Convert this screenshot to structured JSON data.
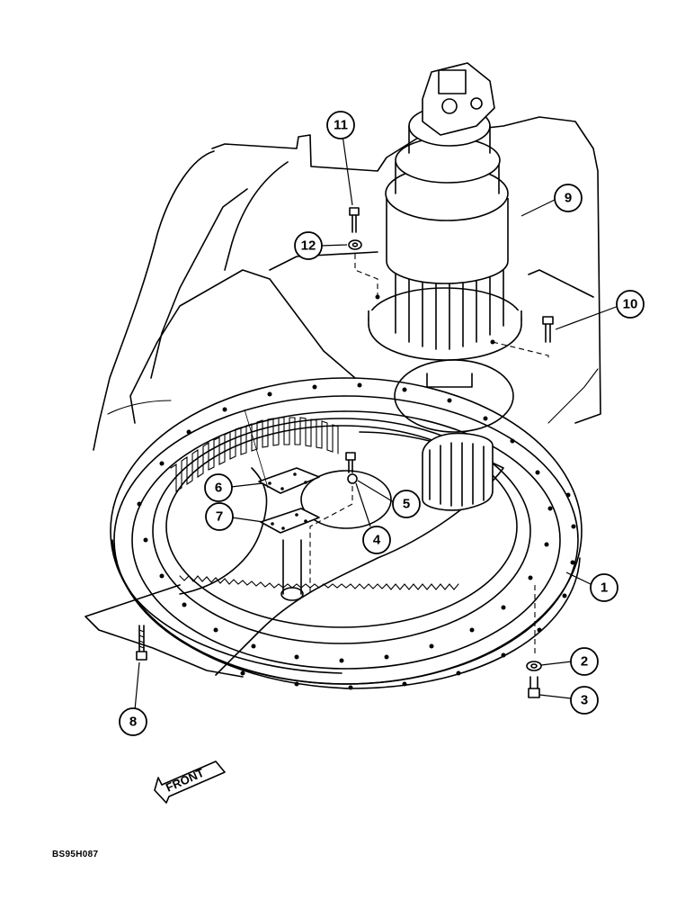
{
  "callouts": [
    {
      "id": "1",
      "text": "1"
    },
    {
      "id": "2",
      "text": "2"
    },
    {
      "id": "3",
      "text": "3"
    },
    {
      "id": "4",
      "text": "4"
    },
    {
      "id": "5",
      "text": "5"
    },
    {
      "id": "6",
      "text": "6"
    },
    {
      "id": "7",
      "text": "7"
    },
    {
      "id": "8",
      "text": "8"
    },
    {
      "id": "9",
      "text": "9"
    },
    {
      "id": "10",
      "text": "10"
    },
    {
      "id": "11",
      "text": "11"
    },
    {
      "id": "12",
      "text": "12"
    }
  ],
  "direction_label": "FRONT",
  "drawing_code": "BS95H087"
}
